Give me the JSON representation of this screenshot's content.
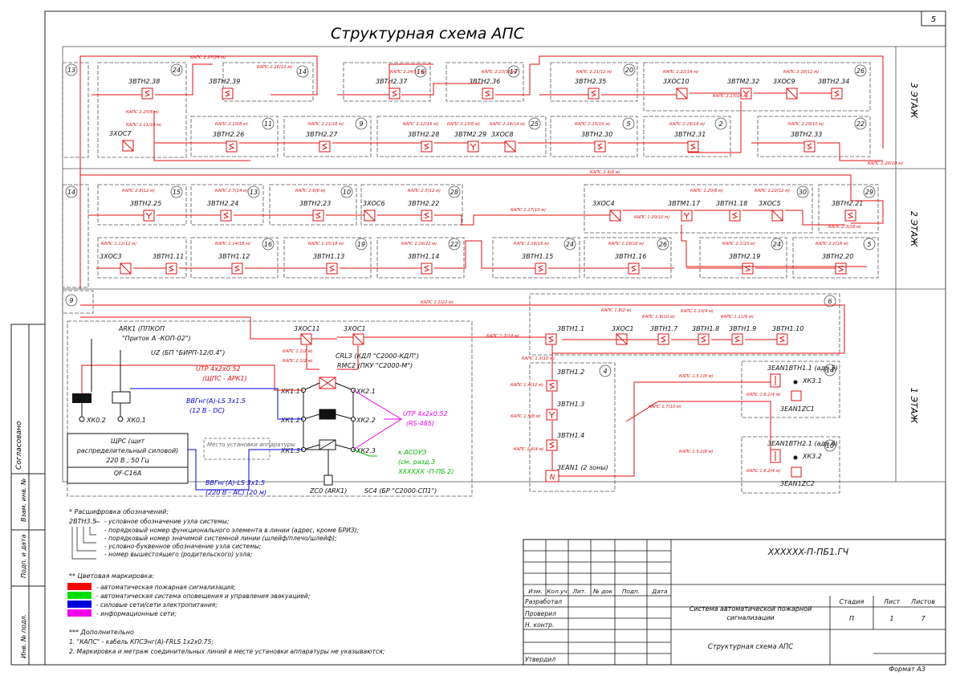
{
  "sheet": {
    "title": "Структурная схема АПС",
    "page_number": "5",
    "format": "Формат А3",
    "floors": [
      "3 ЭТАЖ",
      "2 ЭТАЖ",
      "1 ЭТАЖ"
    ]
  },
  "side_stamp": {
    "agreed": "Согласовано",
    "replace_inv": "Взам. инв. №",
    "sign_date": "Подп. и дата",
    "inv_orig": "Инв. № подл."
  },
  "rooms": [
    "13",
    "24",
    "14",
    "16",
    "17",
    "20",
    "26",
    "11",
    "9",
    "25",
    "5",
    "2",
    "22",
    "14",
    "15",
    "13",
    "10",
    "28",
    "30",
    "29",
    "16",
    "19",
    "22",
    "24",
    "26",
    "24",
    "5",
    "9",
    "6",
    "4",
    "14",
    "10"
  ],
  "floor3": {
    "devices": [
      "3ВТН2.38",
      "3ВТН2.39",
      "3ВТН2.37",
      "3ВТН2.36",
      "3ВТН2.35",
      "3ХОС10",
      "3ВТМ2.32",
      "3ХОС9",
      "3ВТН2.34",
      "3ХОС7",
      "3ВТН2.26",
      "3ВТН2.27",
      "3ВТН2.28",
      "3ВТМ2.29",
      "3ХОС8",
      "3ВТН2.30",
      "3ВТН2.31",
      "3ВТН2.33"
    ],
    "cables": [
      "КАПС 2.27(26 м)",
      "КАПС 2.26(12 м)",
      "КАПС 2.24(14 м)",
      "КАПС 2.23(16 м)",
      "КАПС 2.21(12 м)",
      "КАПС 2.22(14 м)",
      "КАПС 2.18(12 м)",
      "КАПС 2.17(14 м)",
      "КАПС 2.25(8 м)",
      "КАПС 2.11(10 м)",
      "КАПС 2.10(8 м)",
      "КАПС 2.11(16 м)",
      "КАПС 2.12(16 м)",
      "КАПС 2.13(6 м)",
      "КАПС 2.14(14 м)",
      "КАПС 2.15(14 м)",
      "КАПС 2.16(16 м)",
      "КАПС 2.19(10 м)",
      "КАПС 2.20(10 м)"
    ]
  },
  "floor2": {
    "devices": [
      "3ВТН2.25",
      "3ВТН2.24",
      "3ВТН2.23",
      "3ХОС6",
      "3ВТН2.22",
      "3ХОС4",
      "3ВТМ1.17",
      "3ВТН1.18",
      "3ХОС5",
      "3ВТН2.21",
      "3ХОС3",
      "3ВТН1.11",
      "3ВТН1.12",
      "3ВТН1.13",
      "3ВТН1.14",
      "3ВТН1.15",
      "3ВТН1.16",
      "3ВТН2.19",
      "3ВТН2.20"
    ],
    "cables": [
      "КАПС 2.4(8 м)",
      "КАПС 2.8(12 м)",
      "КАПС 2.7(14 м)",
      "КАПС 2.6(8 м)",
      "КАПС 2.5(12 м)",
      "КАПС 1.17(10 м)",
      "КАПС 1.20(10 м)",
      "КАПС 1.20(8 м)",
      "КАПС 1.22(12 м)",
      "КАПС 2.3(18 м)",
      "КАПС 1.12(12 м)",
      "КАПС 1.14(16 м)",
      "КАПС 1.15(18 м)",
      "КАПС 1.16(22 м)",
      "КАПС 1.19(16 м)",
      "КАПС 1.19(16 м)",
      "КАПС 2.1(10 м)",
      "КАПС 2.2(16 м)"
    ]
  },
  "floor1": {
    "devices": [
      "3ХОС11",
      "3ХОС1",
      "3ВТН1.1",
      "3ХОС1",
      "3ВТН1.7",
      "3ВТН1.8",
      "3ВТН1.9",
      "3ВТН1.10",
      "3ВТН1.2",
      "3ВТН1.3",
      "3ВТН1.4",
      "3ЕАN1 (2 зоны)",
      "3ЕАN1ВТН1.1 (адр.5)",
      "3ЕАN1ZC1",
      "3ЕАN1ВТН2.1 (адр.6)",
      "3ЕАN1ZC2",
      "ХК3.1",
      "ХК3.2"
    ],
    "cables": [
      "КАПС 1.1(22 м)",
      "КАПС 1.2(14 м)",
      "КАПС 1.8(2 м)",
      "КАПС 1.9(10 м)",
      "КАПС 1.10(4 м)",
      "КАПС 1.11(6 м)",
      "КАПС 1.3(10 м)",
      "КАПС 1.4(12 м)",
      "КАПС 1.5(8 м)",
      "КАПС 1.6(4 м)",
      "КАПС 1.7(10 м)",
      "КАПС 1.5.1(8 м)",
      "КАПС 1.6.1(4 м)",
      "КАПС 1.5.2(8 м)",
      "КАПС 1.6.2(4 м)",
      "КАПС 1.1(2 м)",
      "КАПС 2.1(2 м)"
    ],
    "equipment": {
      "ark": "ARK1 (ППКОП",
      "ark_name": "\"Приток А -КОП-02\")",
      "uz": "UZ (БП \"БИРП-12/0.4\")",
      "utp1": "UTP 4x2x0.52",
      "utp1_note": "(ЩПС - АРК1)",
      "vvg1": "ВВГнг(А)-LS 3x1.5",
      "vvg1_note": "(12 В - DC)",
      "crl": "CRL3 (КДЛ \"С2000-КДЛ\")",
      "rmc": "RMC2 (ПКУ \"С2000-М\")",
      "utp2": "UTP 4x2x0.52",
      "utp2_note": "(RS-485)",
      "acoug": "к АСОУЭ",
      "acoug_note1": "(см. разд.3",
      "acoug_note2": "XXXXXX -П-ПБ 2)",
      "mount": "Место установки аппаратуры",
      "shps1": "ЩРС (щит",
      "shps2": "распределительный силовой)",
      "shps3": "220 В , 50 Гц",
      "qf": "QF-C16A",
      "vvg2": "ВВГнг(А)-LS 3x1.5",
      "vvg2_note": "(220 В - АС) (20 м)",
      "zc": "ZC0 (ARK1)",
      "sc": "SC4 (БР \"С2000-СП1\")",
      "xk": [
        "ХК0.2",
        "ХК0.1",
        "ХК1.1",
        "ХК1.2",
        "ХК1.3",
        "ХК2.1",
        "ХК2.2",
        "ХК2.3"
      ]
    }
  },
  "legend": {
    "decode_title": "* Расшифровка обозначений:",
    "example": "2ВТН3.5",
    "lines": [
      "- условное обозначение узла системы;",
      "- порядковый номер функционального элемента в линии (адрес, кроме БРИЗ);",
      "- порядковый номер значимой системной линии (шлейф/плечо/шлейф);",
      "- условно-буквенное обозначение узла системы;",
      "- номер вышестоящего (родительского) узла;"
    ],
    "color_title": "** Цветовая маркировка:",
    "colors": [
      {
        "color": "#ff0000",
        "text": "- автоматическая пожарная сигнализация;"
      },
      {
        "color": "#00dd00",
        "text": "- автоматическая система оповещения и управления эвакуацией;"
      },
      {
        "color": "#0000dd",
        "text": "- силовые сети/сети электропитания;"
      },
      {
        "color": "#ee00ee",
        "text": "- информационные сети;"
      }
    ],
    "extra_title": "*** Дополнительно",
    "extra": [
      "1. \"КАПС\" - кабель КПСЭнг(А)-FRLS 1x2x0.75;",
      "2. Маркировка и метраж соединительных линий в месте установки аппаратуры не указываются;"
    ]
  },
  "title_block": {
    "code": "XXXXXX-П-ПБ1.ГЧ",
    "headers": [
      "Изм.",
      "Кол.уч",
      "Лит.",
      "№ док",
      "Подп.",
      "Дата"
    ],
    "rows": [
      "Разработал",
      "Проверил",
      "Н. контр.",
      "Утвердил"
    ],
    "system": "Система автоматической пожарной сигнализации",
    "doc": "Структурная схема АПС",
    "stage_h": "Стадия",
    "sheet_h": "Лист",
    "sheets_h": "Листов",
    "stage": "П",
    "sheet": "1",
    "sheets": "7"
  }
}
